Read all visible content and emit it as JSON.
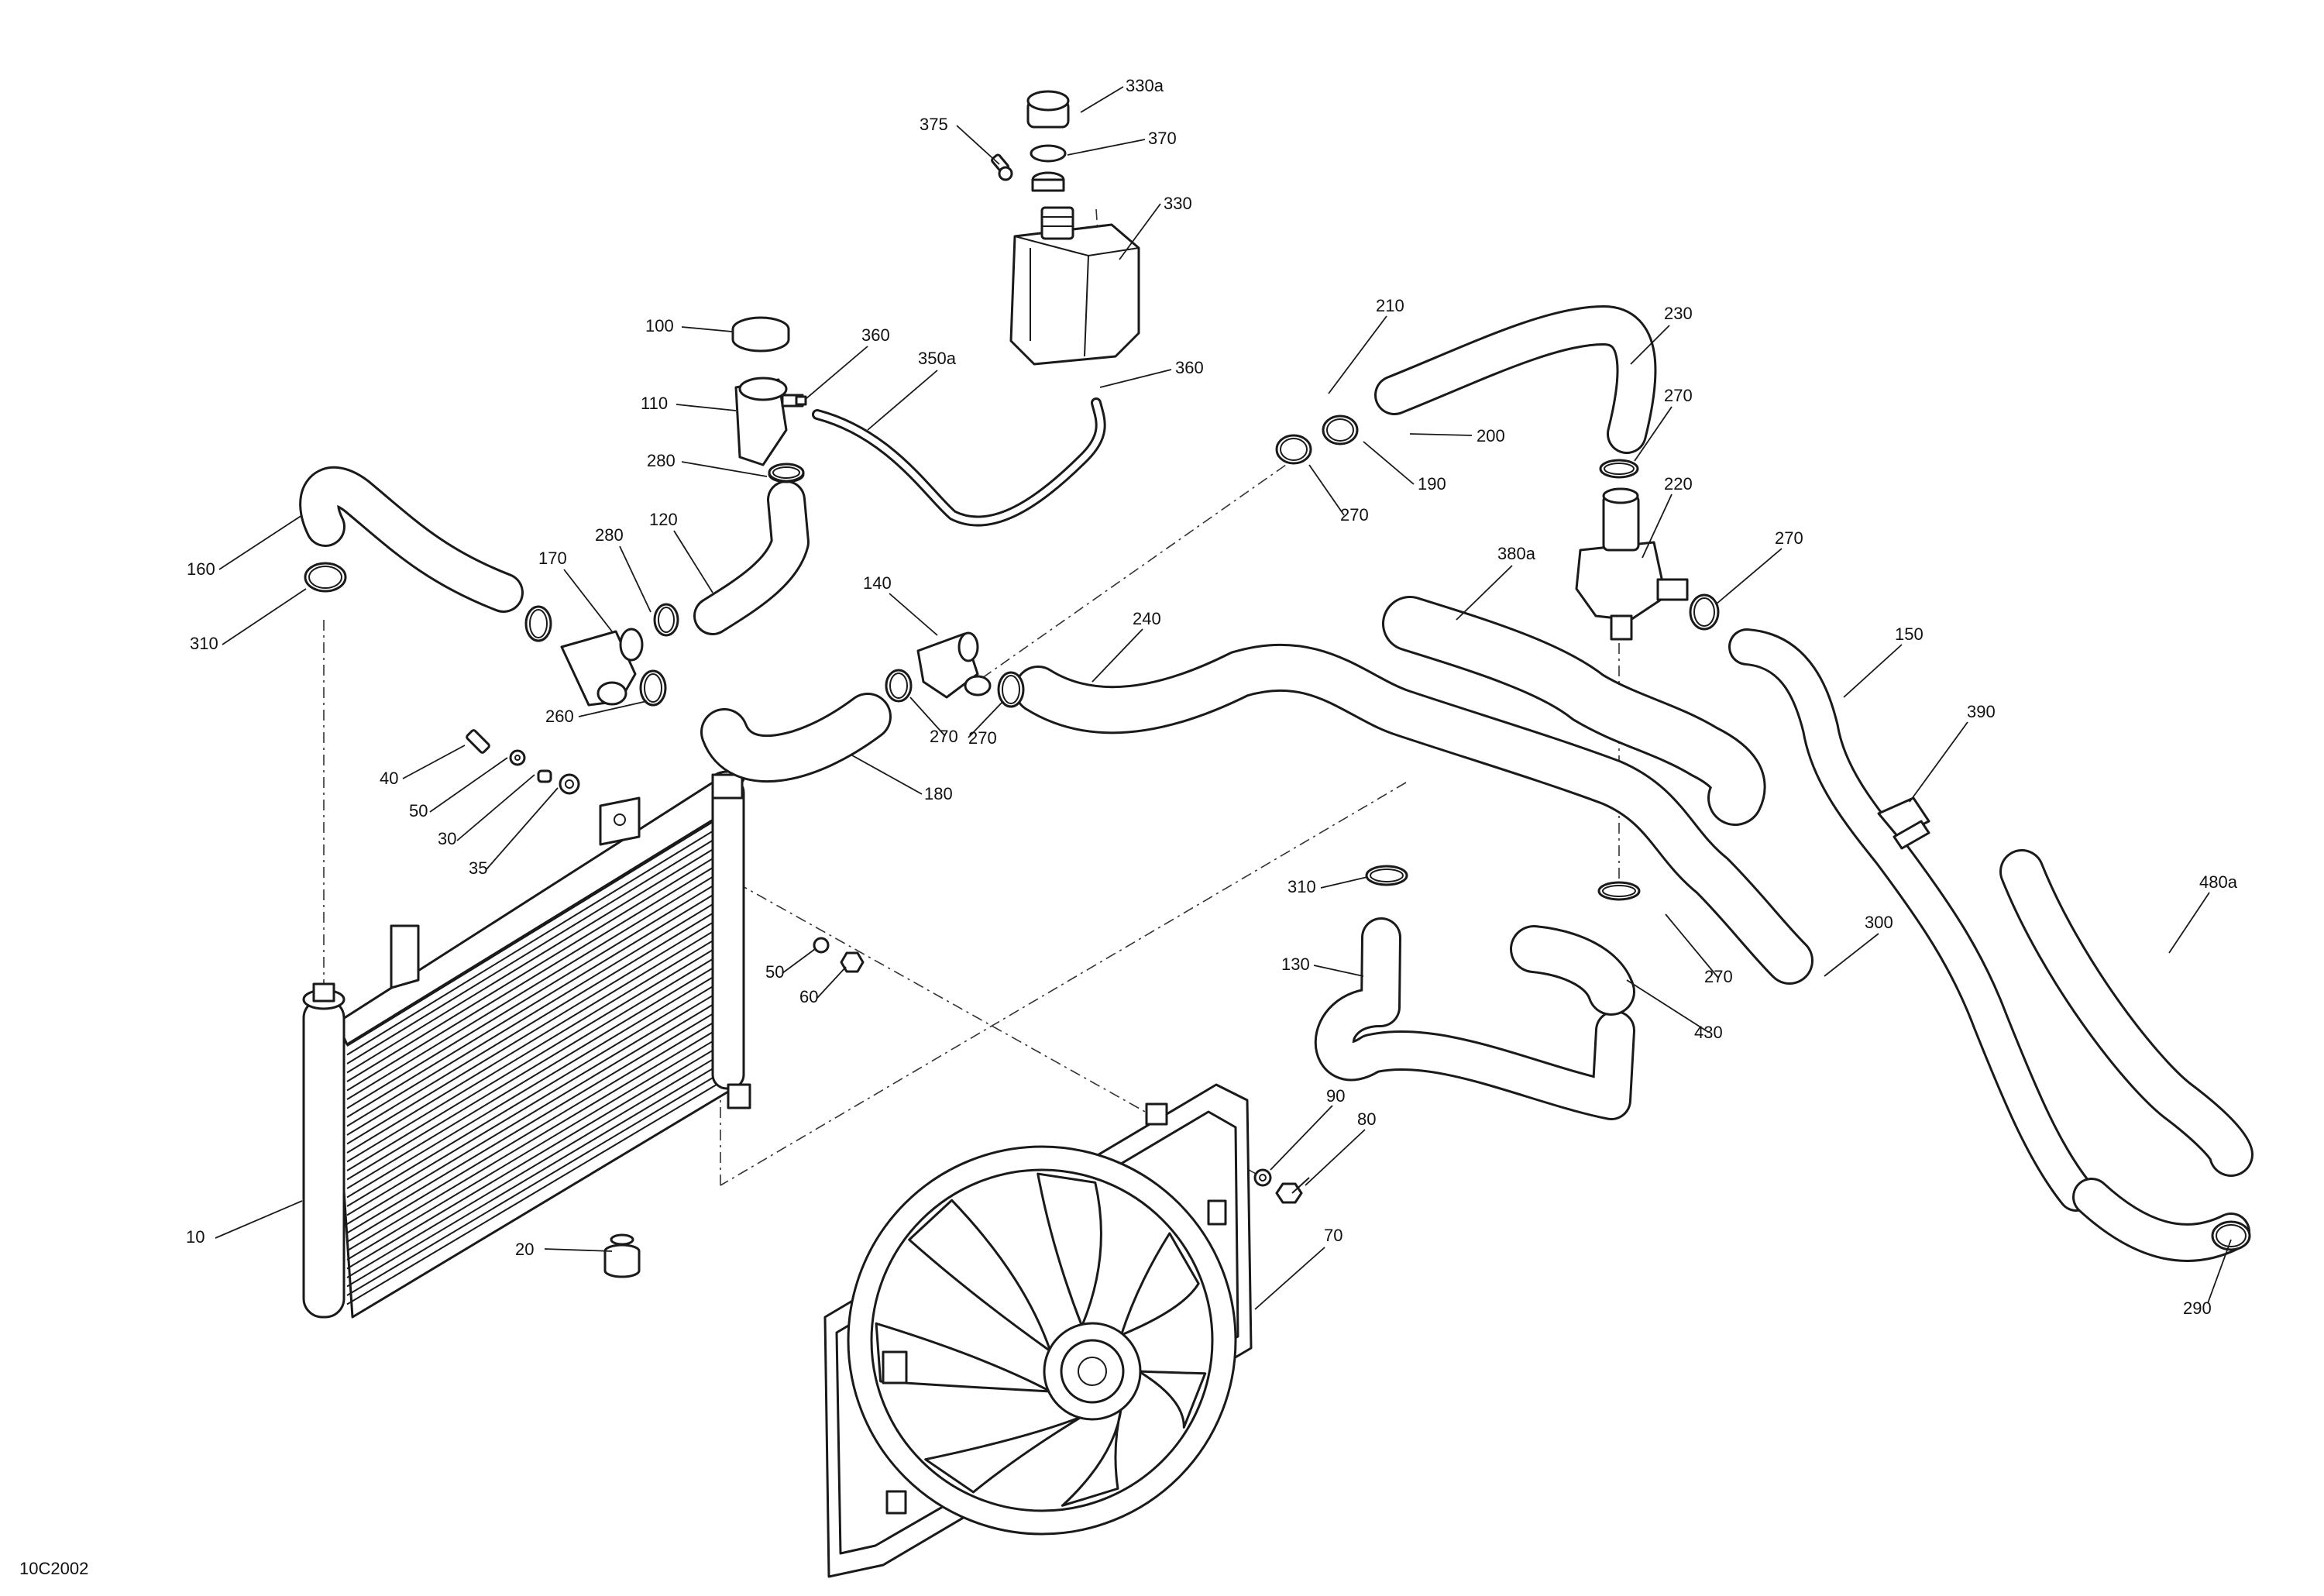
{
  "diagram": {
    "ref_code": "10C2002",
    "callouts": [
      {
        "id": "c330a",
        "label": "330a"
      },
      {
        "id": "c375",
        "label": "375"
      },
      {
        "id": "c370",
        "label": "370"
      },
      {
        "id": "c330",
        "label": "330"
      },
      {
        "id": "c100",
        "label": "100"
      },
      {
        "id": "c360a",
        "label": "360"
      },
      {
        "id": "c350a",
        "label": "350a"
      },
      {
        "id": "c360b",
        "label": "360"
      },
      {
        "id": "c110",
        "label": "110"
      },
      {
        "id": "c280a",
        "label": "280"
      },
      {
        "id": "c160",
        "label": "160"
      },
      {
        "id": "c310a",
        "label": "310"
      },
      {
        "id": "c170",
        "label": "170"
      },
      {
        "id": "c280b",
        "label": "280"
      },
      {
        "id": "c120",
        "label": "120"
      },
      {
        "id": "c140",
        "label": "140"
      },
      {
        "id": "c240",
        "label": "240"
      },
      {
        "id": "c260",
        "label": "260"
      },
      {
        "id": "c270a",
        "label": "270"
      },
      {
        "id": "c270b",
        "label": "270"
      },
      {
        "id": "c180",
        "label": "180"
      },
      {
        "id": "c210",
        "label": "210"
      },
      {
        "id": "c230",
        "label": "230"
      },
      {
        "id": "c270c",
        "label": "270"
      },
      {
        "id": "c200",
        "label": "200"
      },
      {
        "id": "c190",
        "label": "190"
      },
      {
        "id": "c270d",
        "label": "270"
      },
      {
        "id": "c220",
        "label": "220"
      },
      {
        "id": "c380a",
        "label": "380a"
      },
      {
        "id": "c270e",
        "label": "270"
      },
      {
        "id": "c150",
        "label": "150"
      },
      {
        "id": "c390",
        "label": "390"
      },
      {
        "id": "c40",
        "label": "40"
      },
      {
        "id": "c50a",
        "label": "50"
      },
      {
        "id": "c30",
        "label": "30"
      },
      {
        "id": "c35",
        "label": "35"
      },
      {
        "id": "c310b",
        "label": "310"
      },
      {
        "id": "c130",
        "label": "130"
      },
      {
        "id": "c300",
        "label": "300"
      },
      {
        "id": "c270f",
        "label": "270"
      },
      {
        "id": "c430",
        "label": "430"
      },
      {
        "id": "c480a",
        "label": "480a"
      },
      {
        "id": "c50b",
        "label": "50"
      },
      {
        "id": "c60",
        "label": "60"
      },
      {
        "id": "c90",
        "label": "90"
      },
      {
        "id": "c80",
        "label": "80"
      },
      {
        "id": "c70",
        "label": "70"
      },
      {
        "id": "c10",
        "label": "10"
      },
      {
        "id": "c20",
        "label": "20"
      },
      {
        "id": "c290",
        "label": "290"
      }
    ]
  }
}
